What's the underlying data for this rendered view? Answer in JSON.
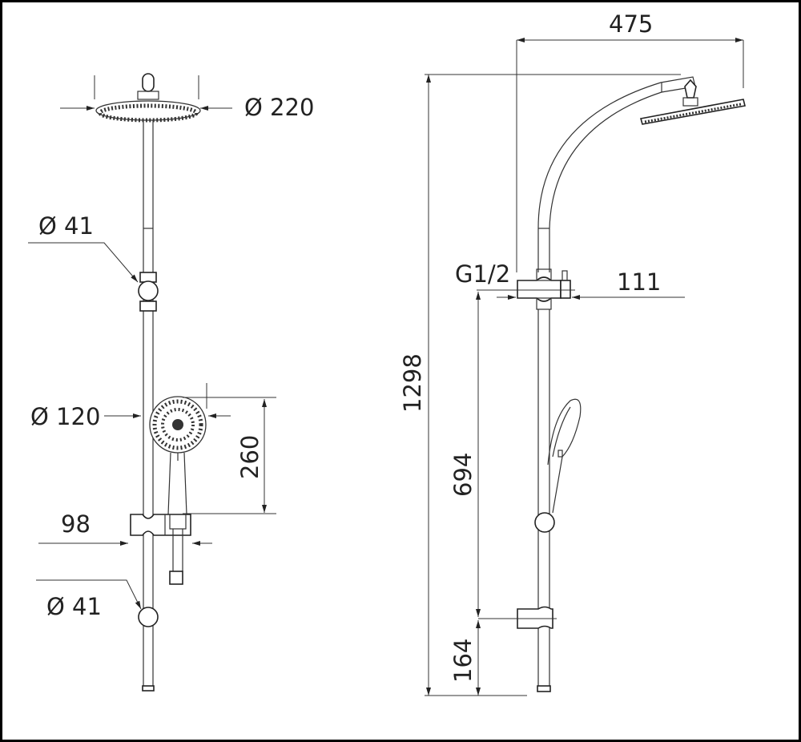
{
  "drawing": {
    "title": "Shower system dimension drawing",
    "front_view": {
      "overhead_shower_diameter": "Ø 220",
      "upper_connector_diameter": "Ø 41",
      "hand_shower_diameter": "Ø 120",
      "hand_shower_length": "260",
      "holder_width": "98",
      "lower_connector_diameter": "Ø 41"
    },
    "side_view": {
      "arm_projection": "475",
      "total_height": "1298",
      "thread": "G1/2",
      "diverter_depth": "111",
      "inlet_height": "694",
      "bottom_bracket_height": "164"
    }
  },
  "colors": {
    "line": "#333333",
    "background": "#ffffff",
    "border": "#000000"
  }
}
